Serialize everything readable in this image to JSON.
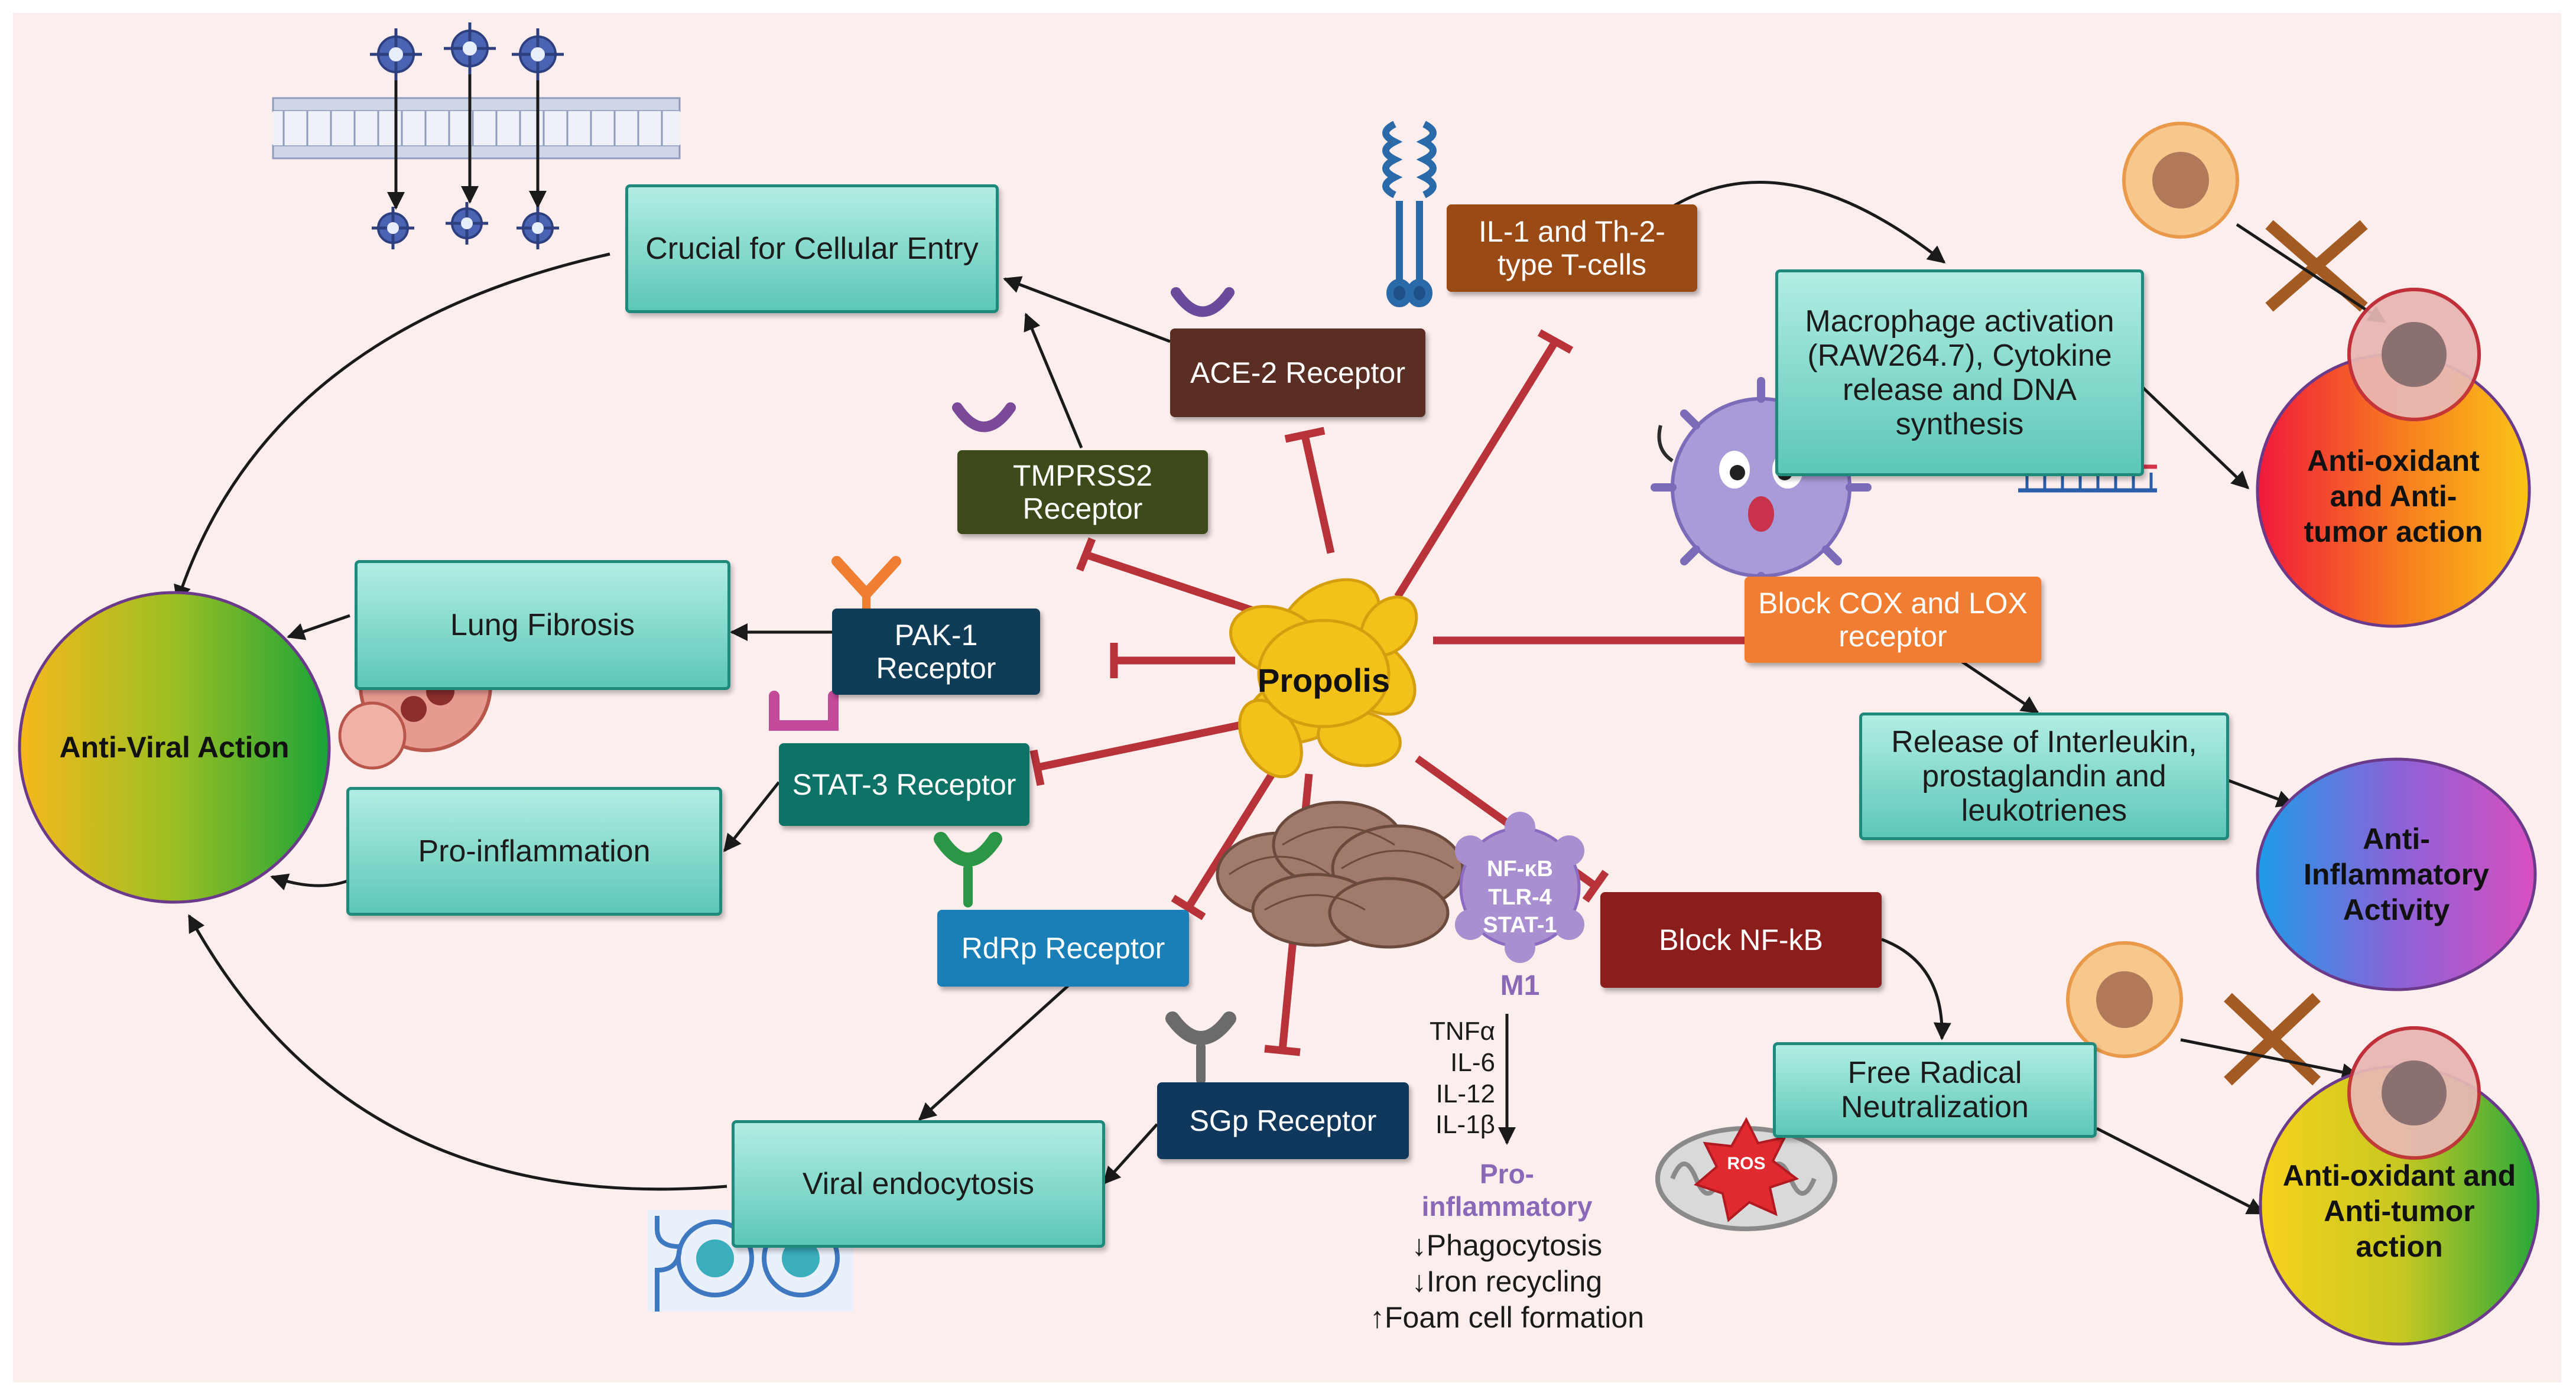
{
  "center": {
    "label": "Propolis"
  },
  "boxes": {
    "cellular_entry": "Crucial for Cellular Entry",
    "ace2": "ACE-2 Receptor",
    "tmprss2": "TMPRSS2 Receptor",
    "il1": "IL-1 and Th-2-type T-cells",
    "macrophage": "Macrophage activation (RAW264.7), Cytokine release and DNA synthesis",
    "lung": "Lung Fibrosis",
    "pak1": "PAK-1 Receptor",
    "stat3": "STAT-3 Receptor",
    "proinflammation": "Pro-inflammation",
    "rdrp": "RdRp Receptor",
    "sgp": "SGp Receptor",
    "endocytosis": "Viral endocytosis",
    "cox_lox": "Block COX and LOX receptor",
    "interleukin": "Release of Interleukin, prostaglandin and leukotrienes",
    "nfkb_block": "Block NF-kB",
    "free_radical": "Free Radical Neutralization"
  },
  "circles": {
    "antiviral": "Anti-Viral Action",
    "antioxidant_top": "Anti-oxidant and Anti-tumor action",
    "anti_inflammatory": "Anti-Inflammatory Activity",
    "antioxidant_bottom": "Anti-oxidant and Anti-tumor action"
  },
  "m1": {
    "badge_lines": [
      "NF-κB",
      "TLR-4",
      "STAT-1"
    ],
    "label": "M1",
    "cytokines": [
      "TNFα",
      "IL-6",
      "IL-12",
      "IL-1β"
    ],
    "pro_title": "Pro-inflammatory",
    "effects": [
      "↓Phagocytosis",
      "↓Iron recycling",
      "↑Foam cell formation"
    ]
  },
  "icons": [
    "virus-icon",
    "cell-membrane-icon",
    "receptor-icon",
    "toll-receptor-icon",
    "macrophage-icon",
    "dna-icon",
    "tumor-cell-icon",
    "lung-icon",
    "mushroom-icon",
    "mitochondria-icon",
    "endosome-icon"
  ],
  "badges": {
    "ros": "ROS"
  },
  "colors": {
    "inhibit": "#b8323a",
    "teal": "#5cc7b7",
    "ace2": "#5a2e22",
    "tmprss2": "#3d4a19",
    "il1": "#9a4a14",
    "pak1": "#0f3d57",
    "stat3": "#0e7366",
    "rdrp": "#1a7fb7",
    "sgp": "#10385c",
    "cox": "#f07d32",
    "nfkb": "#8c1d1d",
    "propolis": "#f2c21a",
    "m1": "#a98ed0"
  }
}
